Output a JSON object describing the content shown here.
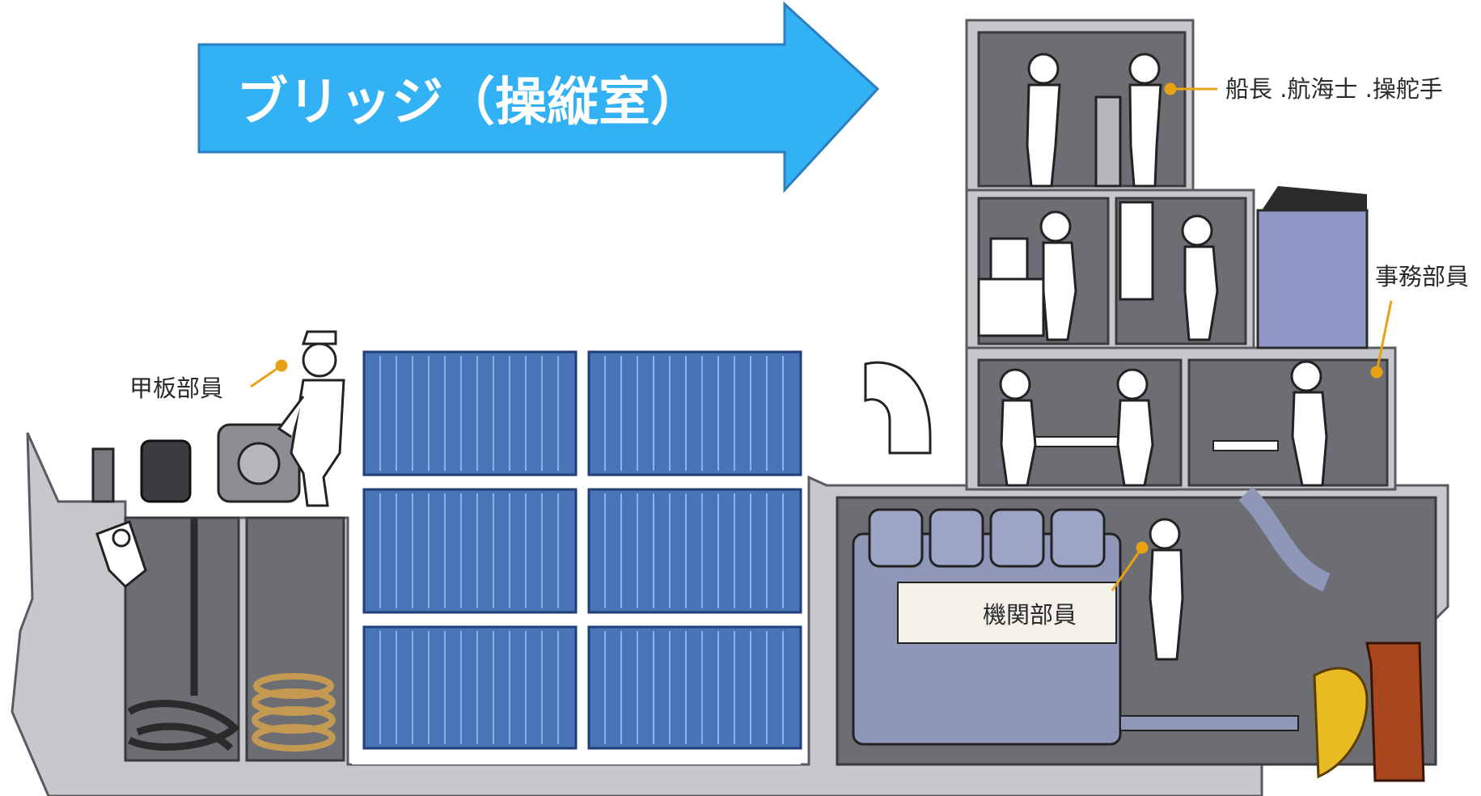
{
  "arrow": {
    "label": "ブリッジ（操縦室）",
    "color": "#33b1f5"
  },
  "labels": {
    "bridge_crew": "船長 .航海士 .操舵手",
    "steward": "事務部員",
    "deck_crew": "甲板部員",
    "engine_crew": "機関部員"
  },
  "colors": {
    "hull": "#c7c8cc",
    "compartment": "#6c6e74",
    "container": "#4a74b8",
    "engine": "#8f97b8",
    "leader": "#e9a214",
    "rudder": "#a8461d",
    "propeller": "#e9bb22"
  }
}
